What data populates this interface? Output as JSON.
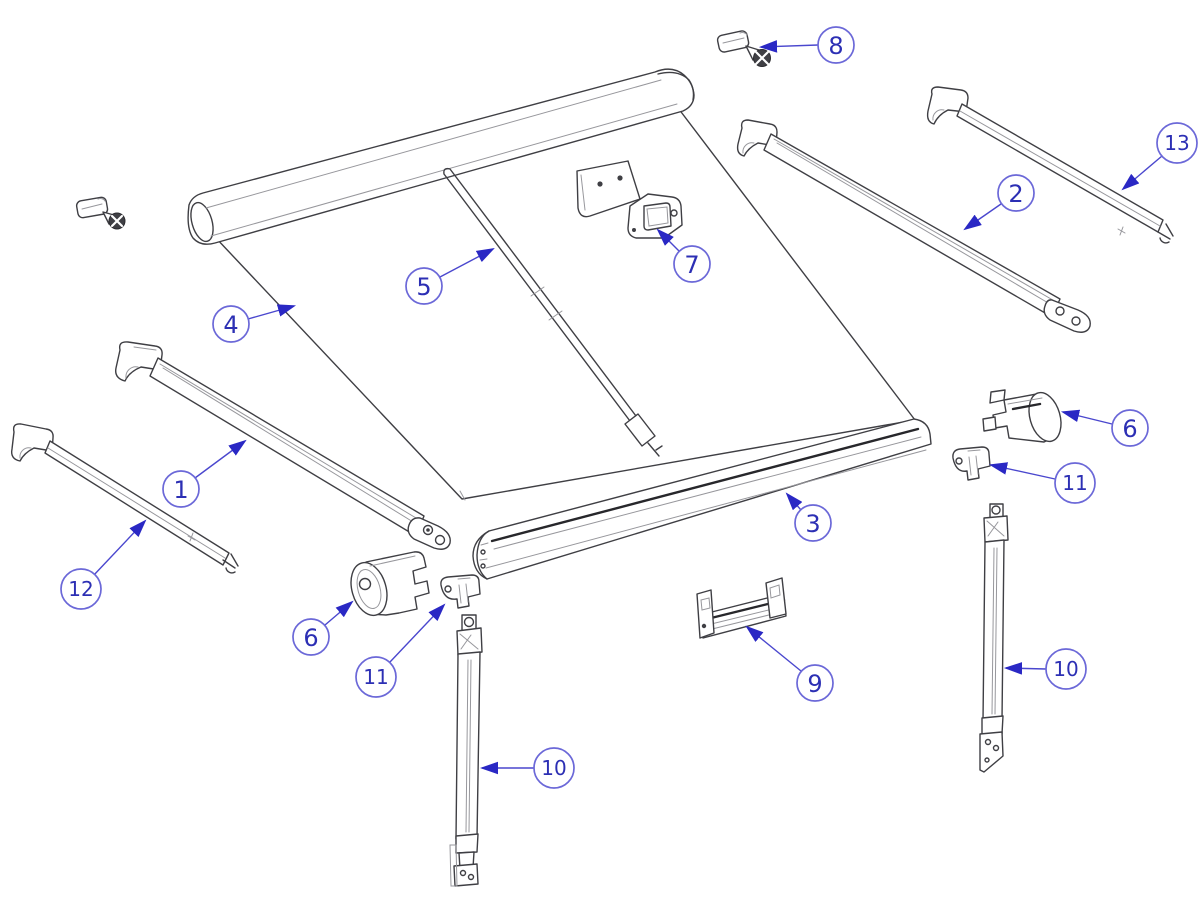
{
  "diagram": {
    "type": "exploded-parts-diagram",
    "subject": "awning-roller-blind-assembly",
    "background_color": "#ffffff",
    "colors": {
      "part_outline": "#3f3f44",
      "part_shading": "#97979c",
      "callout_circle_stroke": "#6b68d8",
      "callout_number_text": "#2c2fb4",
      "leader_line": "#4a47ce",
      "arrowhead_fill": "#2a28c4"
    },
    "callouts": [
      {
        "label": "1",
        "part": "roller-tube-bar"
      },
      {
        "label": "2",
        "part": "support-bar-upper"
      },
      {
        "label": "3",
        "part": "front-lead-rail"
      },
      {
        "label": "4",
        "part": "fabric-canopy"
      },
      {
        "label": "5",
        "part": "crank-rod"
      },
      {
        "label": "6",
        "part": "drive-end-cap-left"
      },
      {
        "label": "6",
        "part": "drive-end-cap-right"
      },
      {
        "label": "7",
        "part": "mounting-bracket-cover"
      },
      {
        "label": "8",
        "part": "screw-and-cap"
      },
      {
        "label": "9",
        "part": "bottom-mounting-bracket"
      },
      {
        "label": "10",
        "part": "tension-arm-left"
      },
      {
        "label": "10",
        "part": "tension-arm-right"
      },
      {
        "label": "11",
        "part": "arm-clamp-left"
      },
      {
        "label": "11",
        "part": "arm-clamp-right"
      },
      {
        "label": "12",
        "part": "guide-rail-left"
      },
      {
        "label": "13",
        "part": "guide-rail-right"
      }
    ]
  }
}
